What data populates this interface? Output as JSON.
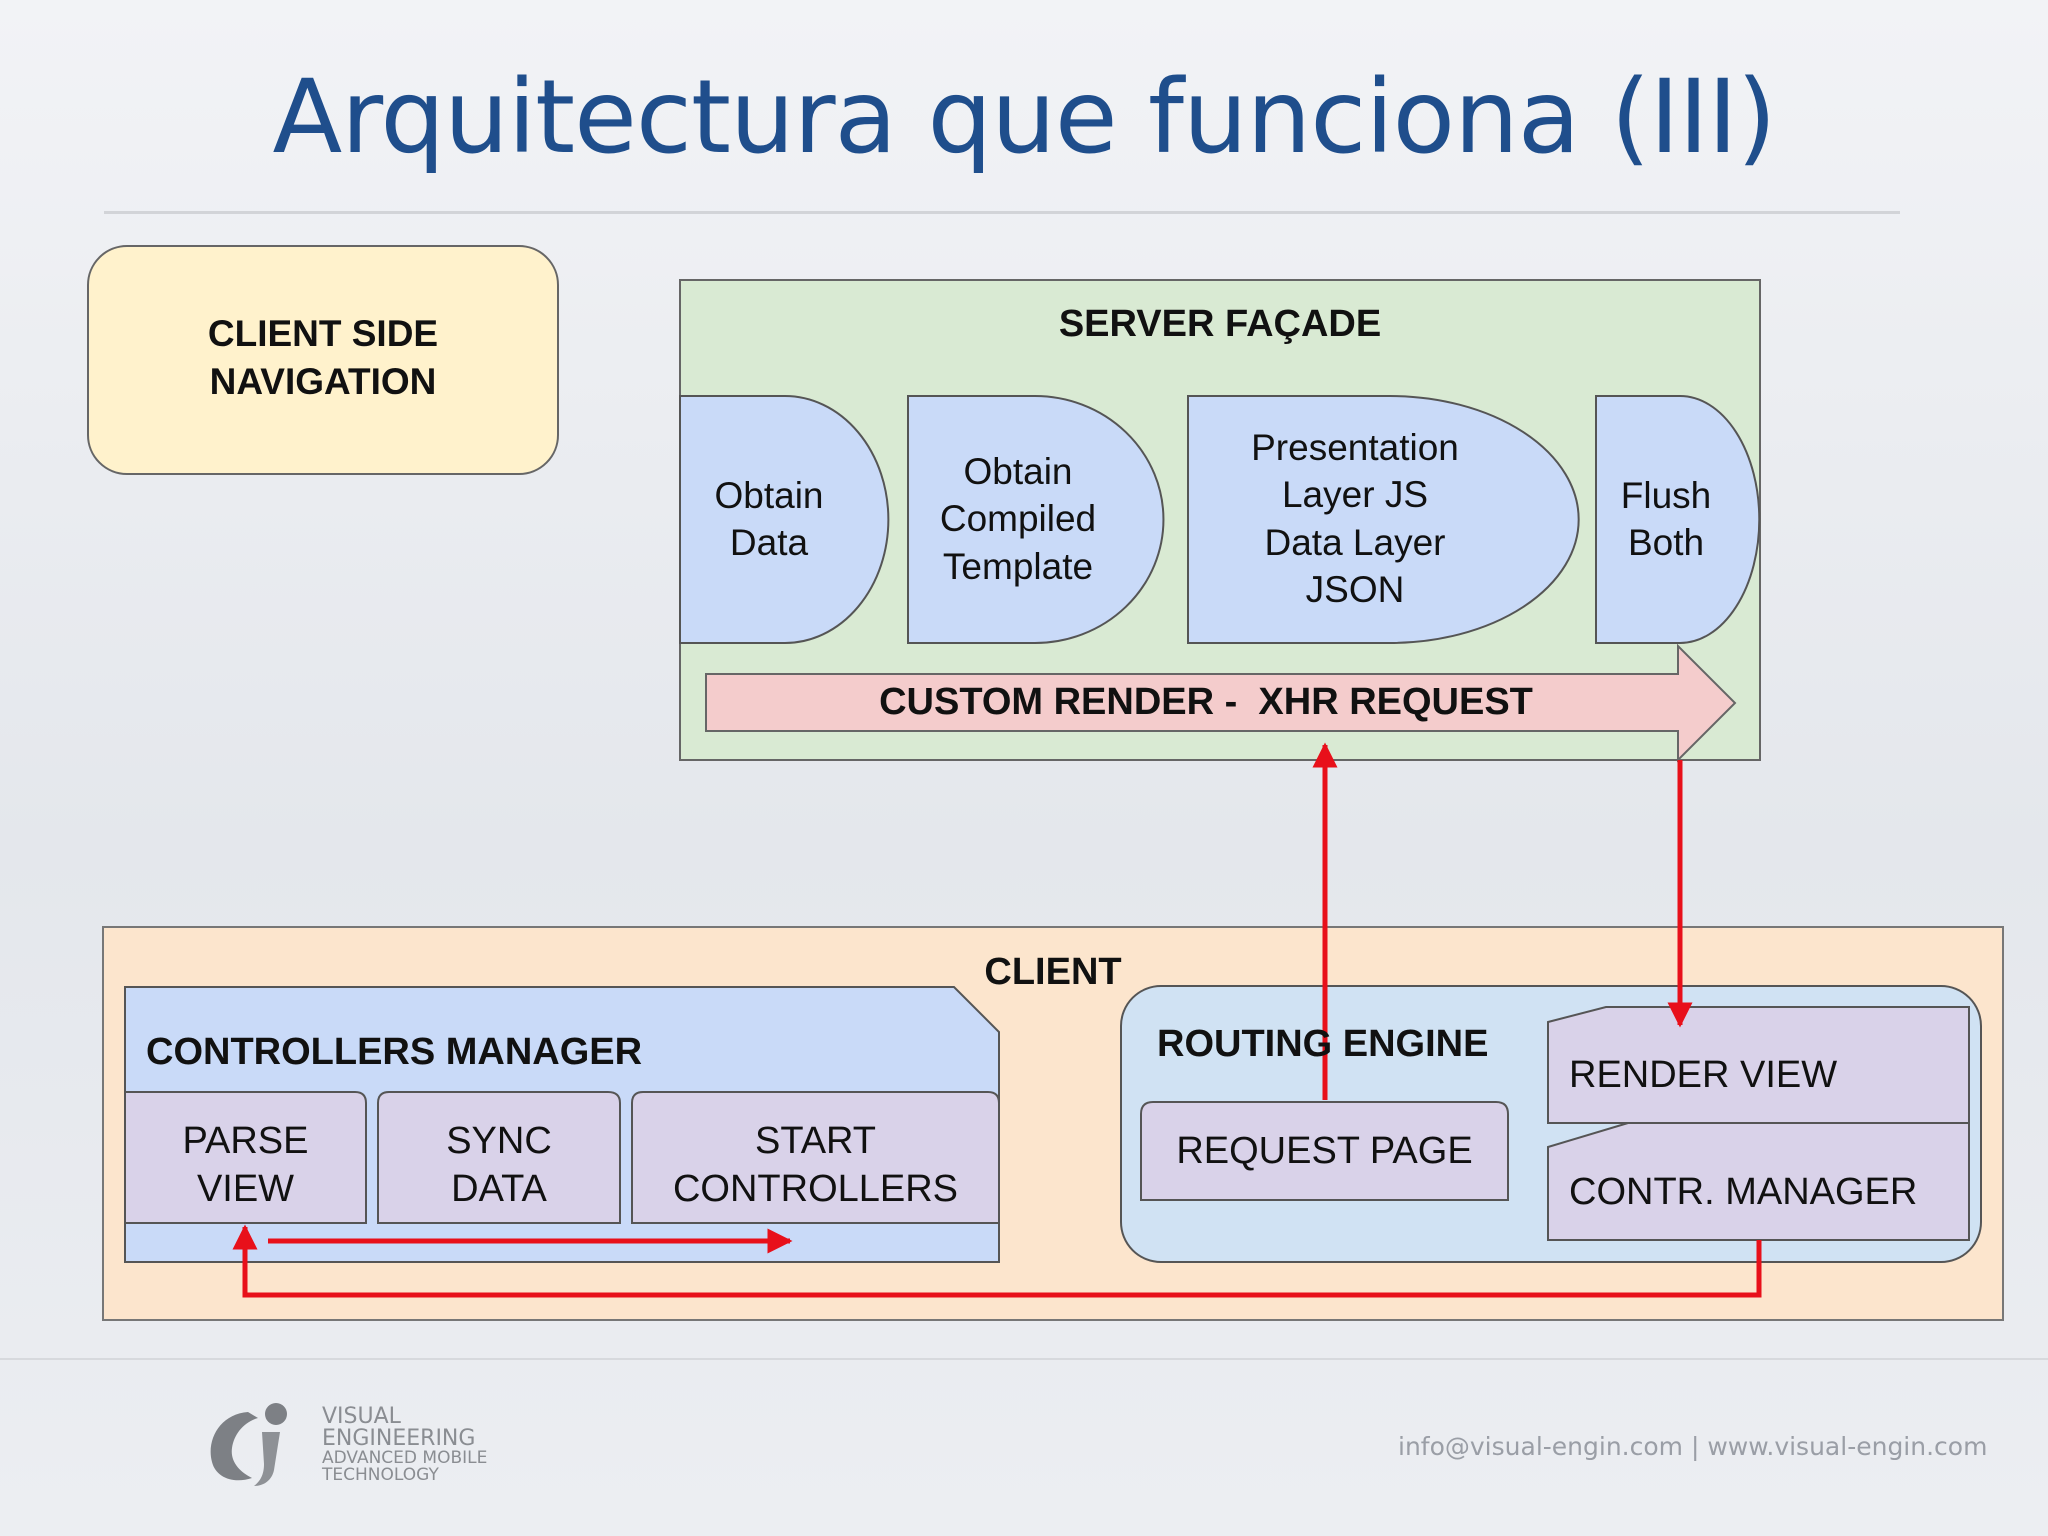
{
  "title": "Arquitectura que funciona (III)",
  "client_side_navigation": {
    "line1": "CLIENT SIDE",
    "line2": "NAVIGATION"
  },
  "server": {
    "label": "SERVER FAÇADE",
    "steps": [
      {
        "lines": [
          "Obtain",
          "Data"
        ]
      },
      {
        "lines": [
          "Obtain",
          "Compiled",
          "Template"
        ]
      },
      {
        "lines": [
          "Presentation",
          "Layer JS",
          "Data Layer",
          "JSON"
        ]
      },
      {
        "lines": [
          "Flush",
          "Both"
        ]
      }
    ],
    "arrow_label": "CUSTOM RENDER -  XHR REQUEST"
  },
  "client": {
    "label": "CLIENT",
    "controllers_manager": {
      "label": "CONTROLLERS MANAGER",
      "steps": [
        {
          "lines": [
            "PARSE",
            "VIEW"
          ]
        },
        {
          "lines": [
            "SYNC",
            "DATA"
          ]
        },
        {
          "lines": [
            "START",
            "CONTROLLERS"
          ]
        }
      ]
    },
    "routing_engine": {
      "label": "ROUTING ENGINE",
      "request_page": "REQUEST PAGE",
      "render_view": "RENDER VIEW",
      "contr_manager": "CONTR. MANAGER"
    }
  },
  "footer": {
    "logo_lines": [
      "VISUAL",
      "ENGINEERING",
      "ADVANCED MOBILE",
      "TECHNOLOGY"
    ],
    "contact": "info@visual-engin.com | www.visual-engin.com"
  },
  "colors": {
    "title": "#1f4e8c",
    "server_bg": "#d9ead3",
    "step_bg": "#c9daf8",
    "xhr_arrow": "#f4cccc",
    "client_bg": "#fce5cd",
    "routing_bg": "#d0e2f3",
    "sub_step_bg": "#d9d2e9",
    "connector": "#e8101a",
    "nav_bg": "#fff2cc"
  },
  "icons": {
    "logo": "visual-engineering-logo"
  }
}
